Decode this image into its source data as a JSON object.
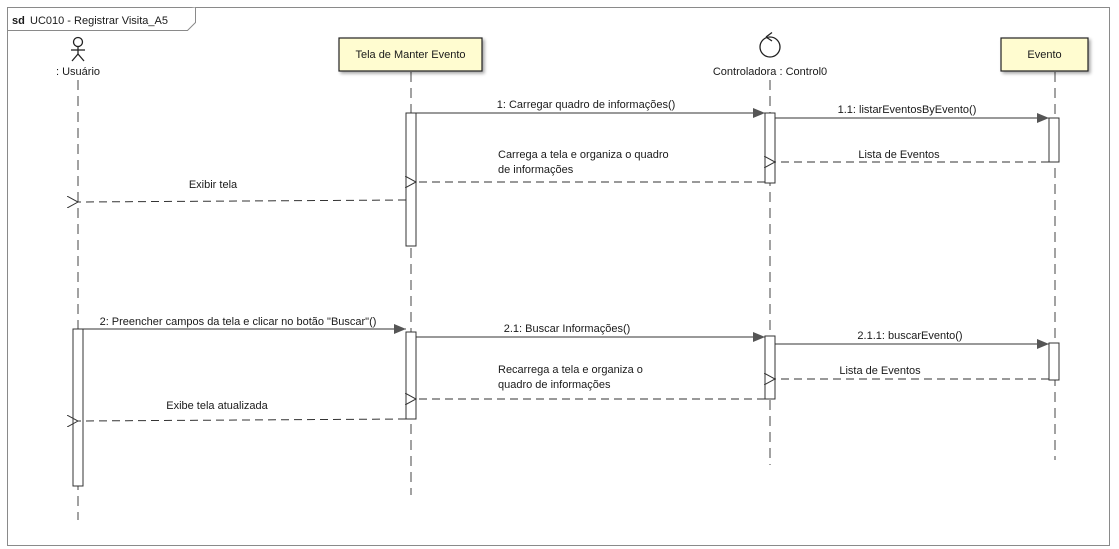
{
  "frame": {
    "keyword": "sd",
    "title": "UC010 - Registrar Visita_A5"
  },
  "participants": {
    "usuario": {
      "name": ": Usuário",
      "kind": "actor"
    },
    "tela": {
      "name": "Tela de Manter Evento",
      "kind": "boundary-box"
    },
    "controladora": {
      "name": "Controladora : Control0",
      "kind": "control"
    },
    "evento": {
      "name": "Evento",
      "kind": "entity-box"
    }
  },
  "messages": {
    "m1": "1: Carregar quadro de informações()",
    "m1_1": "1.1: listarEventosByEvento()",
    "r1_1": "Lista de Eventos",
    "r1_line1": "Carrega a tela e organiza o quadro",
    "r1_line2": "de informações",
    "r_exibir": "Exibir tela",
    "m2": "2: Preencher  campos da tela e clicar no botão \"Buscar\"()",
    "m2_1": "2.1: Buscar Informações()",
    "m2_1_1": "2.1.1: buscarEvento()",
    "r2_1_1": "Lista de Eventos",
    "r2_1_line1": "Recarrega a tela e organiza o",
    "r2_1_line2": "quadro de informações",
    "r_exibe": "Exibe tela atualizada"
  },
  "colors": {
    "box_fill": "#fffcd0",
    "line": "#333333",
    "frame": "#8a8a8a"
  }
}
